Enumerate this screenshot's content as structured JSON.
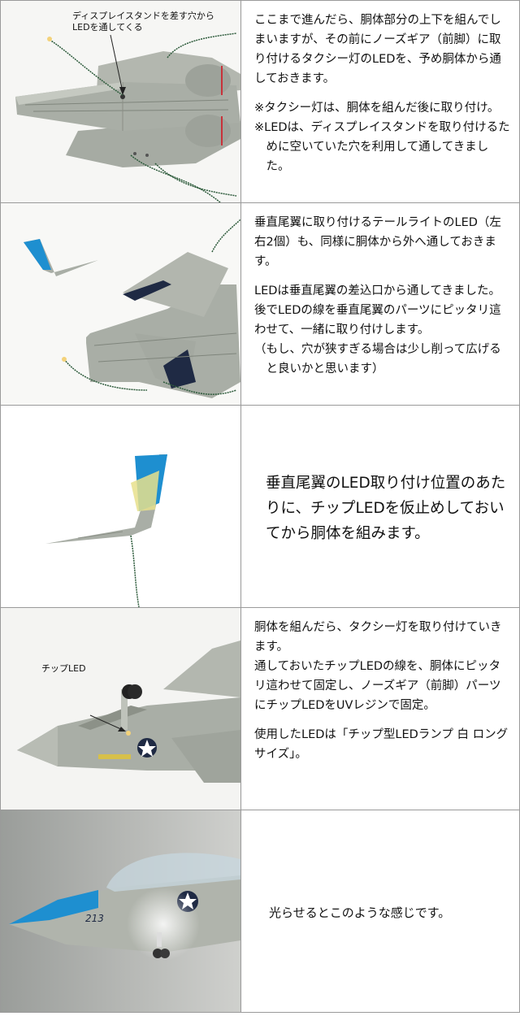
{
  "rows": [
    {
      "annotation": [
        "ディスプレイスタンドを差す穴から",
        "LEDを通してくる"
      ],
      "paragraphs": [
        "ここまで進んだら、胴体部分の上下を組んでしまいますが、その前にノーズギア（前脚）に取り付けるタクシー灯のLEDを、予め胴体から通しておきます。",
        "※タクシー灯は、胴体を組んだ後に取り付け。",
        "※LEDは、ディスプレイスタンドを取り付けるために空いていた穴を利用して通してきました。"
      ]
    },
    {
      "paragraphs": [
        "垂直尾翼に取り付けるテールライトのLED（左右2個）も、同様に胴体から外へ通しておきます。",
        "LEDは垂直尾翼の差込口から通してきました。後でLEDの線を垂直尾翼のパーツにピッタリ這わせて、一緒に取り付けします。",
        "（もし、穴が狭すぎる場合は少し削って広げると良いかと思います）"
      ]
    },
    {
      "paragraphs": [
        "垂直尾翼のLED取り付け位置のあたりに、チップLEDを仮止めしておいてから胴体を組みます。"
      ]
    },
    {
      "annotation": [
        "チップLED"
      ],
      "paragraphs": [
        "胴体を組んだら、タクシー灯を取り付けていきます。",
        "通しておいたチップLEDの線を、胴体にピッタリ這わせて固定し、ノーズギア（前脚）パーツにチップLEDをUVレジンで固定。",
        "使用したLEDは「チップ型LEDランプ 白 ロングサイズ」。"
      ]
    },
    {
      "paragraphs": [
        "光らせるとこのような感じです。"
      ]
    }
  ],
  "colors": {
    "model_gray": "#a9aea6",
    "tail_blue": "#1e8fd0",
    "navy": "#1f2a44",
    "wire_green": "#2c5a3a"
  }
}
